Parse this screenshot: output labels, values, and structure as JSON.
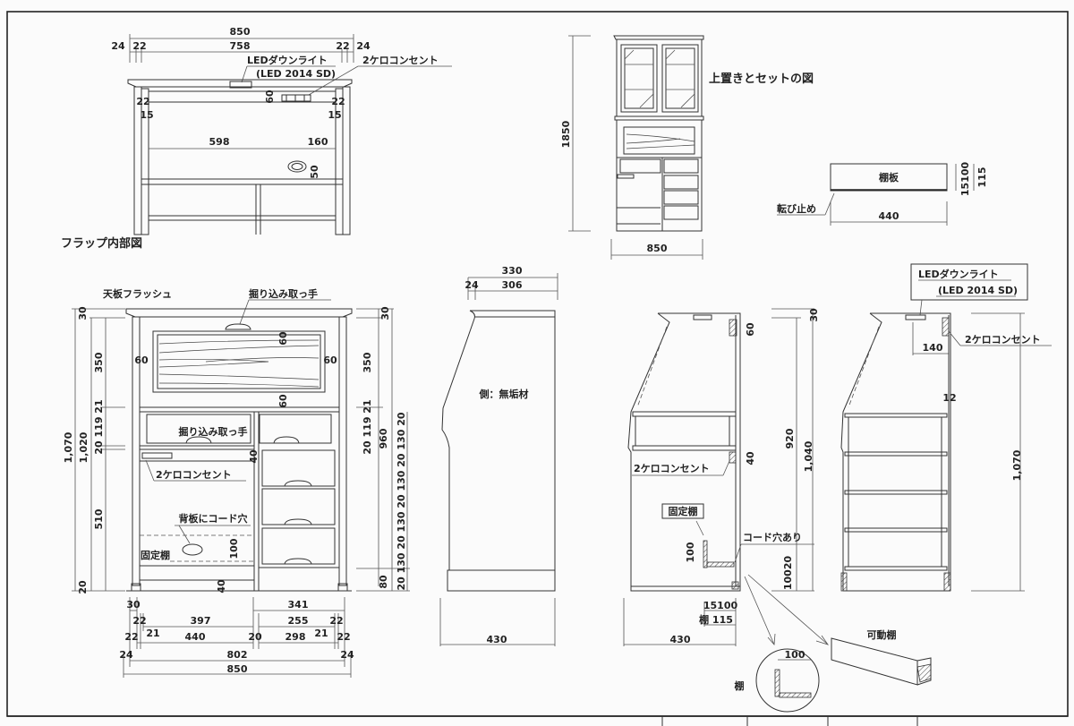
{
  "flap_view": {
    "title": "フラップ内部図",
    "dims": {
      "total": "850",
      "l24": "24",
      "l22": "22",
      "inner": "758",
      "r22": "22",
      "r24": "24",
      "rail60": "60",
      "s22l": "22",
      "s15l": "15",
      "s22r": "22",
      "s15r": "15",
      "w598": "598",
      "w160": "160",
      "h50": "50"
    },
    "led_label": "LEDダウンライト",
    "led_model": "(LED 2014 SD)",
    "outlet_label": "2ケロコンセント"
  },
  "set_view": {
    "title": "上置きとセットの図",
    "height": "1850",
    "width": "850"
  },
  "shelf_board": {
    "label": "棚板",
    "stopper_label": "転び止め",
    "width": "440",
    "h15100": "15100",
    "h115": "115"
  },
  "front_view": {
    "top_label": "天板フラッシュ",
    "handle_label_top": "掘り込み取っ手",
    "handle_label_mid": "掘り込み取っ手",
    "outlet_label": "2ケロコンセント",
    "cord_hole_label": "背板にコード穴",
    "fixed_shelf_label": "固定棚",
    "panel": {
      "left": "60",
      "right": "60",
      "top": "60",
      "bottom": "60"
    },
    "d40a": "40",
    "d100": "100",
    "d40b": "40",
    "left_dims": {
      "top": "30",
      "flap": "350",
      "total": "1,070",
      "body": "1,020",
      "mid": "20 119 21",
      "lower": "510",
      "base": "20"
    },
    "right_dims": {
      "top": "30",
      "flap": "350",
      "mid": "20 119 21",
      "body": "960",
      "drawers": "20 130 20 130 20 130 20 130 20",
      "base": "80"
    },
    "bottom_dims": {
      "d30": "30",
      "d341": "341",
      "d22a": "22",
      "d397": "397",
      "d255": "255",
      "d22b": "22",
      "d22c": "22",
      "d21a": "21",
      "d440": "440",
      "d20": "20",
      "d298": "298",
      "d21b": "21",
      "d22d": "22",
      "d24a": "24",
      "d802": "802",
      "d24b": "24",
      "d850": "850"
    }
  },
  "side_view": {
    "material_label": "側：無垢材",
    "top_depth": "330",
    "d24": "24",
    "d306": "306",
    "depth": "430"
  },
  "section_view": {
    "d60": "60",
    "d40": "40",
    "outlet_label": "2ケロコンセント",
    "fixed_shelf_label": "固定棚",
    "cord_label": "コード穴あり",
    "d100": "100",
    "h920": "920",
    "h1040": "1,040",
    "h30": "30",
    "h10020": "10020",
    "s15100": "15100",
    "s115": "棚 115",
    "depth": "430"
  },
  "section_view2": {
    "led_label": "LEDダウンライト",
    "led_model": "(LED 2014 SD)",
    "outlet_label": "2ケロコンセント",
    "d140": "140",
    "d12": "12",
    "h1070": "1,070"
  },
  "detail": {
    "d100": "100",
    "shelf_char": "棚",
    "movable_label": "可動棚"
  }
}
